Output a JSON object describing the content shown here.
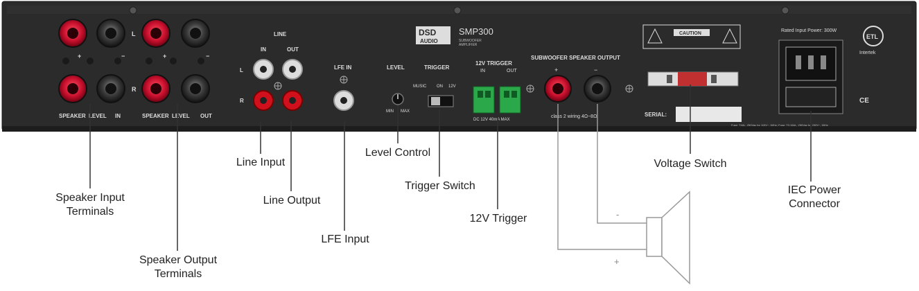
{
  "panel": {
    "brand": "DSD AUDIO",
    "brand_top": "DSD",
    "brand_bottom": "AUDIO",
    "model": "SMP300",
    "model_sub1": "SUBWOOFER",
    "model_sub2": "AMPLIFIER",
    "plus": "+",
    "minus": "−",
    "ch_L": "L",
    "ch_R": "R",
    "speaker_in_label": [
      "SPEAKER",
      "LEVEL",
      "IN"
    ],
    "speaker_out_label": [
      "SPEAKER",
      "LEVEL",
      "OUT"
    ],
    "line_title": "LINE",
    "line_in": "IN",
    "line_out": "OUT",
    "lfe_in": "LFE IN",
    "level": "LEVEL",
    "level_min": "MIN",
    "level_max": "MAX",
    "trigger": "TRIGGER",
    "trigger_music": "MUSIC",
    "trigger_on": "ON",
    "trigger_12v": "12V",
    "trigger12_title": "12V TRIGGER",
    "trigger12_in": "IN",
    "trigger12_out": "OUT",
    "trigger12_spec": "DC 12V  40mA MAX",
    "sub_out_title": "SUBWOOFER SPEAKER OUTPUT",
    "sub_out_spec": "class 2 wiring  4Ω~8Ω",
    "caution": "CAUTION",
    "serial": "SERIAL:",
    "rated_power": "Rated Input Power: 300W",
    "intertek": "Intertek",
    "etl": "ETL",
    "ce": "CE",
    "fuse_text": "Fuse: T4AL, 250Vac for 115V~, 60Hz; Fuse: T3.15AL, 250Vac for 230V~, 50Hz"
  },
  "callouts": {
    "speaker_input": [
      "Speaker Input",
      "Terminals"
    ],
    "speaker_output": [
      "Speaker Output",
      "Terminals"
    ],
    "line_input": "Line Input",
    "line_output": "Line Output",
    "lfe_input": "LFE Input",
    "level_control": "Level Control",
    "trigger_switch": "Trigger Switch",
    "trigger_12v": "12V Trigger",
    "voltage_switch": "Voltage Switch",
    "iec": [
      "IEC Power",
      "Connector"
    ]
  },
  "speaker": {
    "minus": "-",
    "plus": "+"
  },
  "colors": {
    "panel": "#2b2b2b",
    "binding_red": "#c8102e",
    "rca_red": "#d0101c",
    "terminal_green": "#2aa84a"
  }
}
